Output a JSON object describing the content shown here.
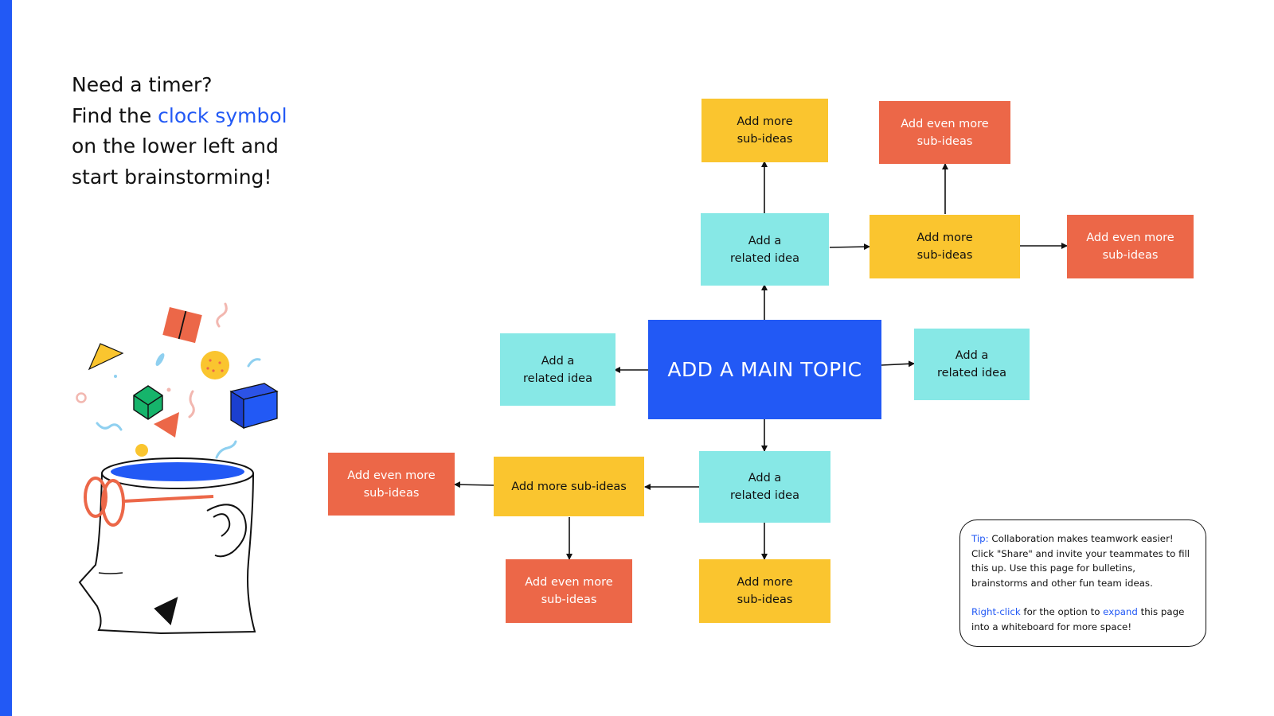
{
  "intro": {
    "line1": "Need a timer?",
    "line2_pre": "Find the ",
    "line2_link": "clock symbol",
    "line3": "on the lower left and",
    "line4": "start brainstorming!"
  },
  "diagram": {
    "main_topic": "ADD A MAIN TOPIC",
    "related_top": "Add a\nrelated idea",
    "related_left": "Add a\nrelated idea",
    "related_right": "Add a\nrelated idea",
    "related_bottom": "Add a\nrelated idea",
    "sub_top": "Add more\nsub-ideas",
    "sub_top_right": "Add more\nsub-ideas",
    "sub_bottom_left": "Add more sub-ideas",
    "sub_bottom": "Add more\nsub-ideas",
    "even_top": "Add even more\nsub-ideas",
    "even_right": "Add even more\nsub-ideas",
    "even_left": "Add even more\nsub-ideas",
    "even_bottom": "Add even more\nsub-ideas"
  },
  "tip": {
    "label": "Tip:",
    "text1": " Collaboration makes teamwork easier! Click \"Share\" and invite your teammates to fill this up. Use this page for bulletins, brainstorms and other fun team ideas.",
    "rightclick": "Right-click",
    "text2": " for the option to ",
    "expand": "expand",
    "text3": " this page into a whiteboard for more space!"
  },
  "colors": {
    "accent_blue": "#2259f5",
    "cyan": "#87e8e6",
    "yellow": "#fac52f",
    "red": "#ec6748"
  }
}
